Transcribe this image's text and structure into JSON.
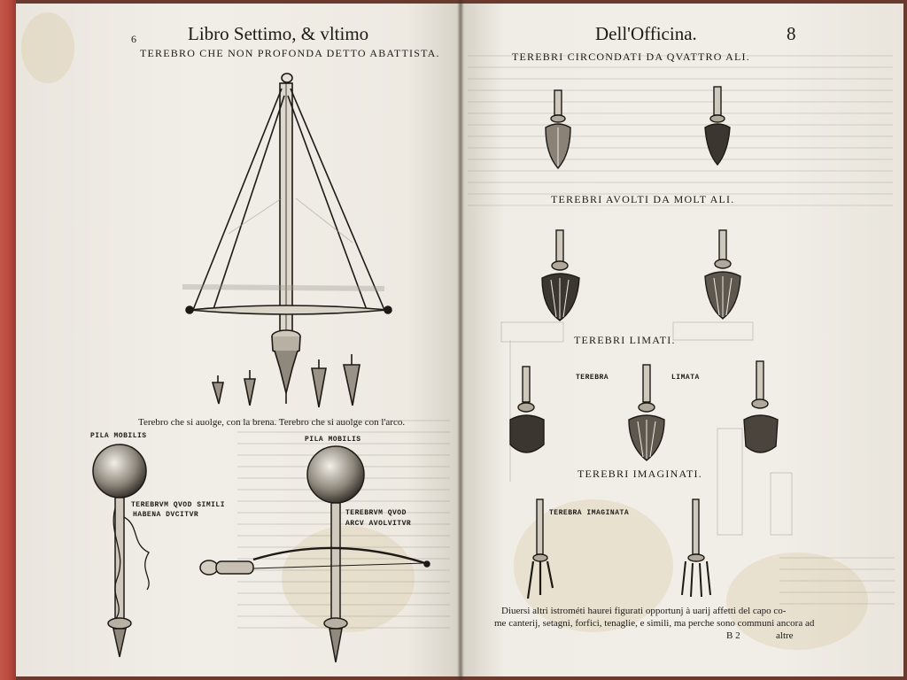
{
  "left_page": {
    "running_head": "Libro Settimo, & vltimo",
    "page_marker": "6",
    "title": "TEREBRO CHE NON PROFONDA DETTO ABATTISTA.",
    "caption": "Terebro che si auolge, con la brena. Terebro che si auolge con l'arco.",
    "label_pila_1": "PILA MOBILIS",
    "label_pila_2": "PILA MOBILIS",
    "label_terebrum_1_line1": "TEREBRVM QVOD SIMILI",
    "label_terebrum_1_line2": "HABENA DVCITVR",
    "label_terebrum_2_line1": "TEREBRVM QVOD",
    "label_terebrum_2_line2": "ARCV AVOLVITVR"
  },
  "right_page": {
    "running_head": "Dell'Officina.",
    "page_number": "8",
    "heading_1": "TEREBRI CIRCONDATI DA QVATTRO ALI.",
    "heading_2": "TEREBRI AVOLTI DA MOLT ALI.",
    "heading_3": "TEREBRI LIMATI.",
    "label_limata_left": "TEREBRA",
    "label_limata_right": "LIMATA",
    "heading_4": "TEREBRI IMAGINATI.",
    "label_imaginata": "TEREBRA IMAGINATA",
    "footer_line1": "Diuersi altri istrométi haurei figurati opportunj à uarij affetti del capo co-",
    "footer_line2": "me canterij, setagni, forfici, tenaglie, e simili, ma perche sono communi ancora ad",
    "signature": "B 2",
    "catchword": "altre"
  }
}
